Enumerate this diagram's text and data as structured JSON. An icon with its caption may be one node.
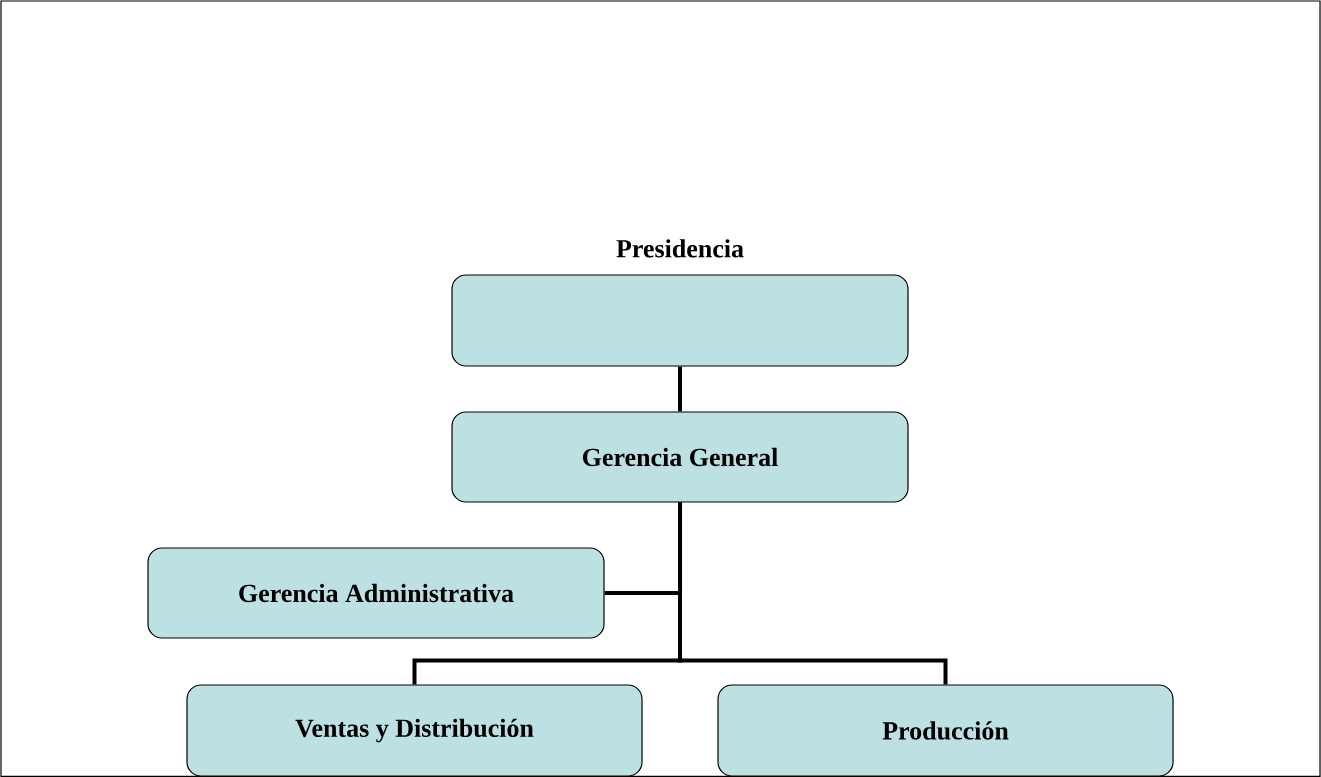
{
  "diagram": {
    "nodes": [
      {
        "text": [
          "Presidencia"
        ]
      },
      {
        "text": [
          "Gerencia General"
        ]
      },
      {
        "text": [
          "Gerencia Administrativa"
        ]
      },
      {
        "text": [
          "Ventas y Distribución"
        ]
      },
      {
        "text": [
          "Producción"
        ]
      }
    ],
    "edges": [
      {
        "from": 0,
        "to": 1,
        "arrow": "none"
      },
      {
        "from": 1,
        "to": 2,
        "arrow": "none"
      },
      {
        "from": 1,
        "to": 3,
        "arrow": "none"
      },
      {
        "from": 1,
        "to": 4,
        "arrow": "none"
      }
    ]
  }
}
